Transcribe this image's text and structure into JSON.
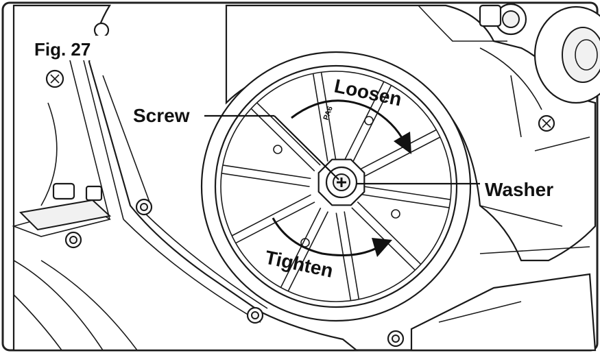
{
  "figure": {
    "number_label": "Fig. 27",
    "labels": {
      "screw": "Screw",
      "washer": "Washer",
      "loosen": "Loosen",
      "tighten": "Tighten",
      "part_mark": "PA6"
    },
    "colors": {
      "line": "#1a1a1a",
      "background": "#ffffff",
      "frame": "#222222"
    }
  }
}
